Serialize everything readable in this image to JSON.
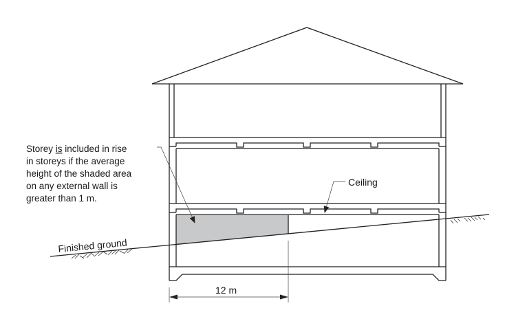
{
  "diagram": {
    "type": "building-section",
    "annotations": {
      "note_lines": [
        "Storey ",
        "is",
        " included in rise",
        "in storeys if the average",
        "height of the shaded area",
        "on any external wall is",
        "greater than 1 m."
      ],
      "note_full": "Storey is included in rise in storeys if the average height of the shaded area on any external wall is greater than 1 m.",
      "ceiling_label": "Ceiling",
      "ground_label": "Finished ground",
      "dimension_label": "12 m"
    },
    "colors": {
      "line": "#222222",
      "shade": "#c8c9cb",
      "background": "#ffffff"
    }
  }
}
